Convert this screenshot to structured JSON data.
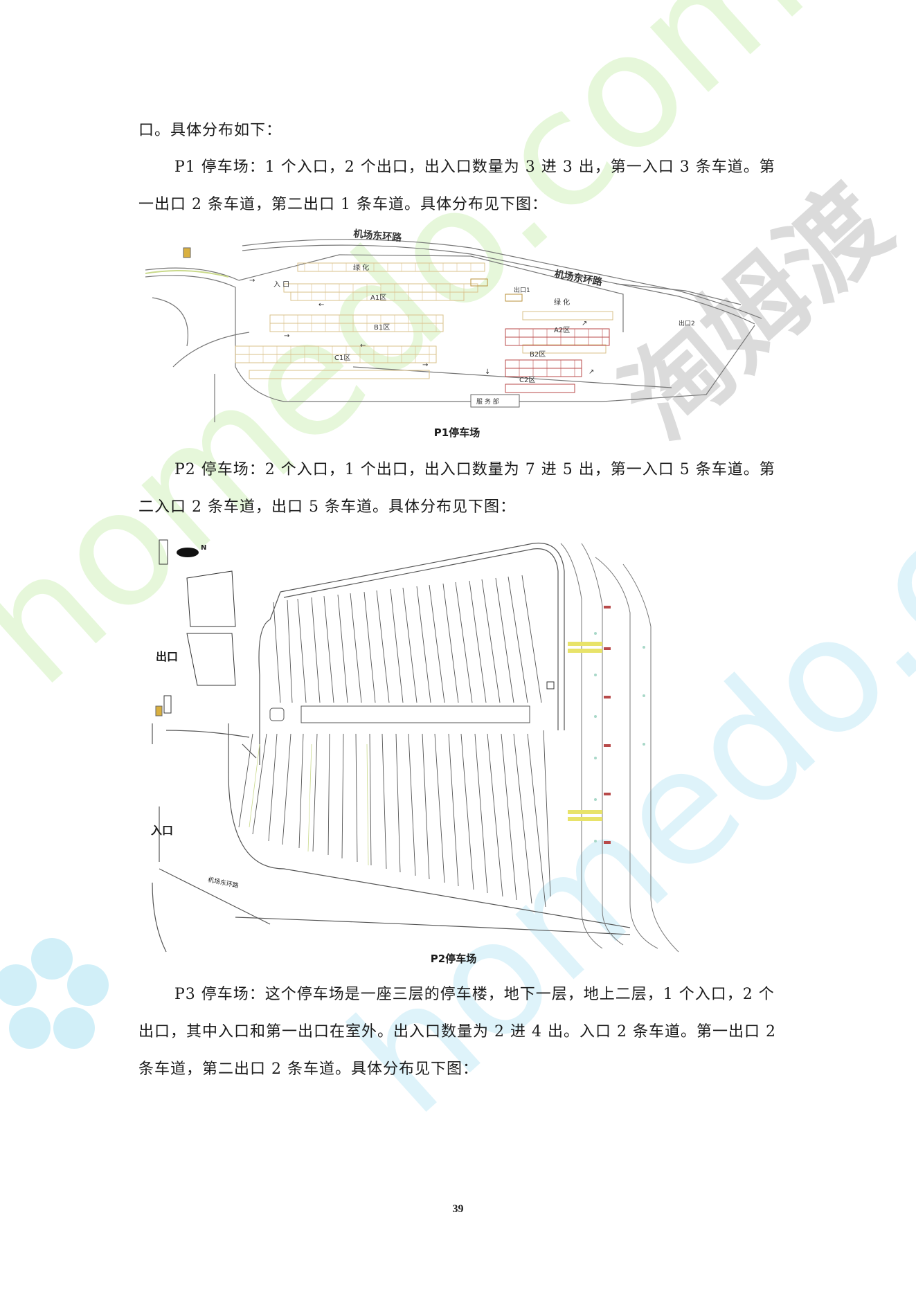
{
  "paragraphs": {
    "p0": "口。具体分布如下：",
    "p1": "P1 停车场：1 个入口，2 个出口，出入口数量为 3 进 3 出，第一入口 3 条车道。第一出口 2 条车道，第二出口 1 条车道。具体分布见下图：",
    "p2": "P2 停车场：2 个入口，1 个出口，出入口数量为 7 进 5 出，第一入口 5 条车道。第二入口 2 条车道，出口 5 条车道。具体分布见下图：",
    "p3": "P3 停车场：这个停车场是一座三层的停车楼，地下一层，地上二层，1 个入口，2 个出口，其中入口和第一出口在室外。出入口数量为 2 进 4 出。入口 2 条车道。第一出口 2 条车道，第二出口 2 条车道。具体分布见下图："
  },
  "figure1": {
    "caption": "P1停车场",
    "labels": {
      "road1": "机场东环路",
      "road2": "机场东环路",
      "green1": "绿  化",
      "green2": "绿  化",
      "entrance": "入  口",
      "exit1": "出口1",
      "exit2": "出口2",
      "a1": "A1区",
      "b1": "B1区",
      "c1": "C1区",
      "a2": "A2区",
      "b2": "B2区",
      "c2": "C2区",
      "service": "服 务 部"
    }
  },
  "figure2": {
    "caption": "P2停车场",
    "labels": {
      "exit": "出口",
      "entrance": "入口",
      "road": "机场东环路",
      "north": "N"
    }
  },
  "page_number": "39",
  "watermark": {
    "brand": "淘姆渡",
    "site": "homedo.com"
  },
  "colors": {
    "text": "#1a1a1a",
    "stall_gold": "#d9c08a",
    "stall_red": "#b84a4a",
    "crosswalk": "#e8e36a",
    "watermark_green": "#c8f0b0",
    "watermark_blue": "#bfe8f5",
    "watermark_gray": "#c0c0c0"
  }
}
